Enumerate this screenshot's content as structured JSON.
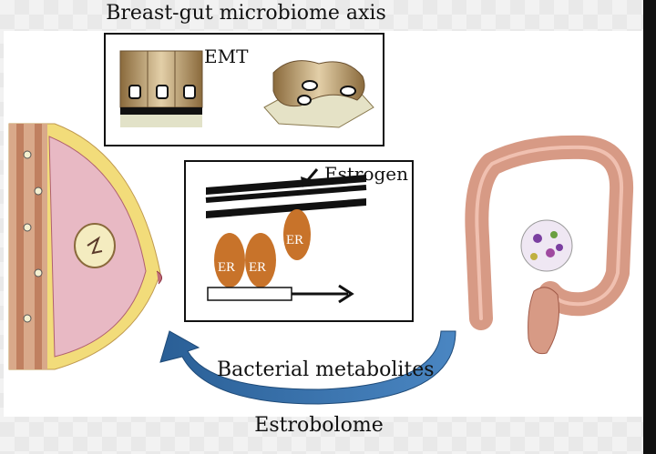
{
  "title": "Breast-gut microbiome axis",
  "emt": {
    "label": "EMT"
  },
  "er_panel": {
    "estrogen_label": "Estrogen",
    "er_label": "ER"
  },
  "bacterial_metabolites": "Bacterial metabolites",
  "estrobolome": "Estrobolome",
  "colors": {
    "arrow_blue": "#2f6aa6",
    "er_orange": "#c8732a",
    "breast_pink": "#e8b9c4",
    "breast_fat": "#f2dc7a",
    "colon": "#d79a85"
  }
}
